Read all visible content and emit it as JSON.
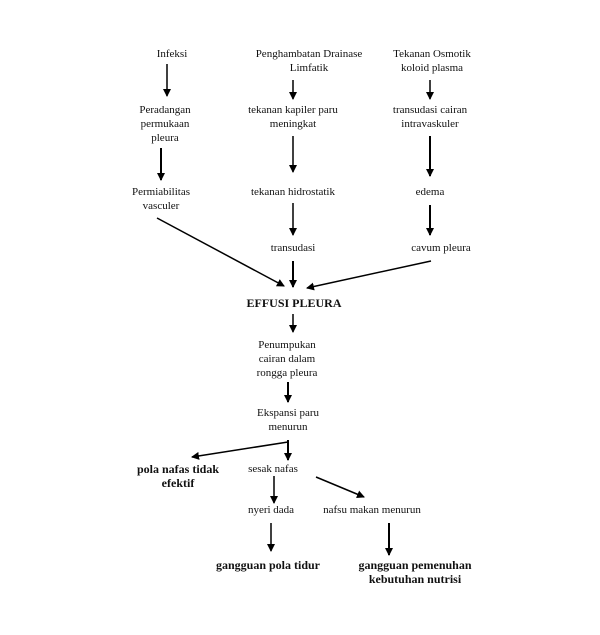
{
  "nodes": {
    "infeksi": "Infeksi",
    "penghambatan": "Penghambatan Drainase\nLimfatik",
    "tekanan_osmotik": "Tekanan Osmotik\nkoloid plasma",
    "peradangan": "Peradangan\npermukaan\npleura",
    "tekanan_kapiler": "tekanan kapiler paru\nmeningkat",
    "transudasi_cairan": "transudasi cairan\nintravaskuler",
    "permiabilitas": "Permiabilitas\nvasculer",
    "tekanan_hidrostatik": "tekanan hidrostatik",
    "edema": "edema",
    "transudasi": "transudasi",
    "cavum_pleura": "cavum pleura",
    "effusi_pleura": "EFFUSI PLEURA",
    "penumpukan": "Penumpukan\ncairan dalam\nrongga pleura",
    "ekspansi": "Ekspansi paru\nmenurun",
    "pola_nafas": "pola nafas tidak\nefektif",
    "sesak_nafas": "sesak nafas",
    "nyeri_dada": "nyeri dada",
    "nafsu_makan": "nafsu makan menurun",
    "gangguan_pola_tidur": "gangguan pola tidur",
    "gangguan_nutrisi": "gangguan pemenuhan\nkebutuhan nutrisi"
  },
  "colors": {
    "line": "#000000",
    "text": "#111111",
    "background": "#ffffff"
  }
}
